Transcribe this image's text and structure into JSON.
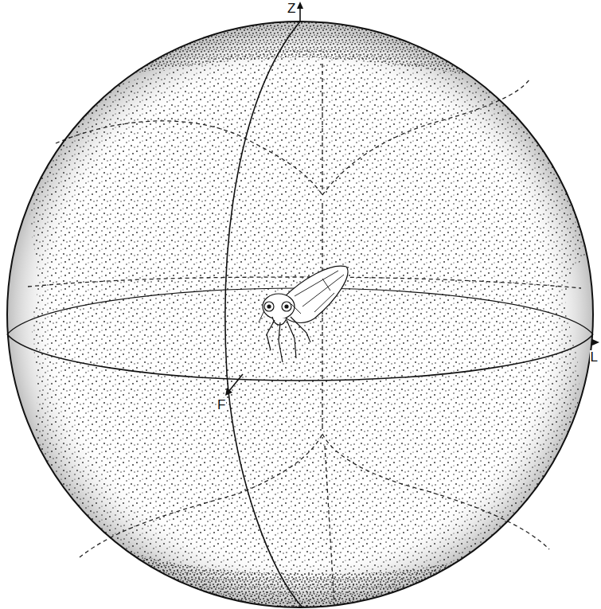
{
  "diagram": {
    "labels": [
      "Z",
      "L",
      "F"
    ]
  }
}
